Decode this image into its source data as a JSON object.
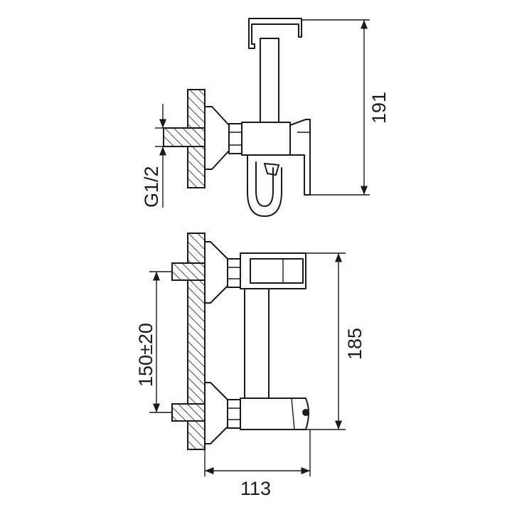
{
  "dimensions": {
    "side_height": "191",
    "thread": "G1/2",
    "center_distance": "150±20",
    "front_height": "185",
    "projection": "113"
  }
}
